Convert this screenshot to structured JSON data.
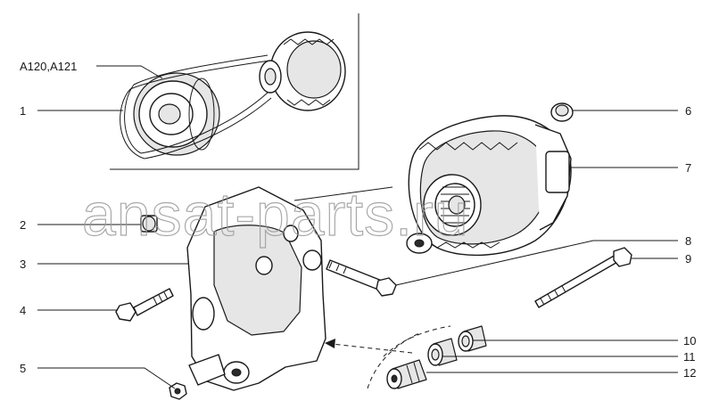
{
  "watermark": "ansat-parts.ru",
  "colors": {
    "ink": "#1a1a1a",
    "shade": "#e6e6e6",
    "watermark": "#9a9a9a",
    "background": "#ffffff"
  },
  "callouts": [
    {
      "id": "c-a120",
      "text": "A120,A121"
    },
    {
      "id": "c-1",
      "text": "1"
    },
    {
      "id": "c-2",
      "text": "2"
    },
    {
      "id": "c-3",
      "text": "3"
    },
    {
      "id": "c-4",
      "text": "4"
    },
    {
      "id": "c-5",
      "text": "5"
    },
    {
      "id": "c-6",
      "text": "6"
    },
    {
      "id": "c-7",
      "text": "7"
    },
    {
      "id": "c-8",
      "text": "8"
    },
    {
      "id": "c-9",
      "text": "9"
    },
    {
      "id": "c-10",
      "text": "10"
    },
    {
      "id": "c-11",
      "text": "11"
    },
    {
      "id": "c-12",
      "text": "12"
    }
  ]
}
